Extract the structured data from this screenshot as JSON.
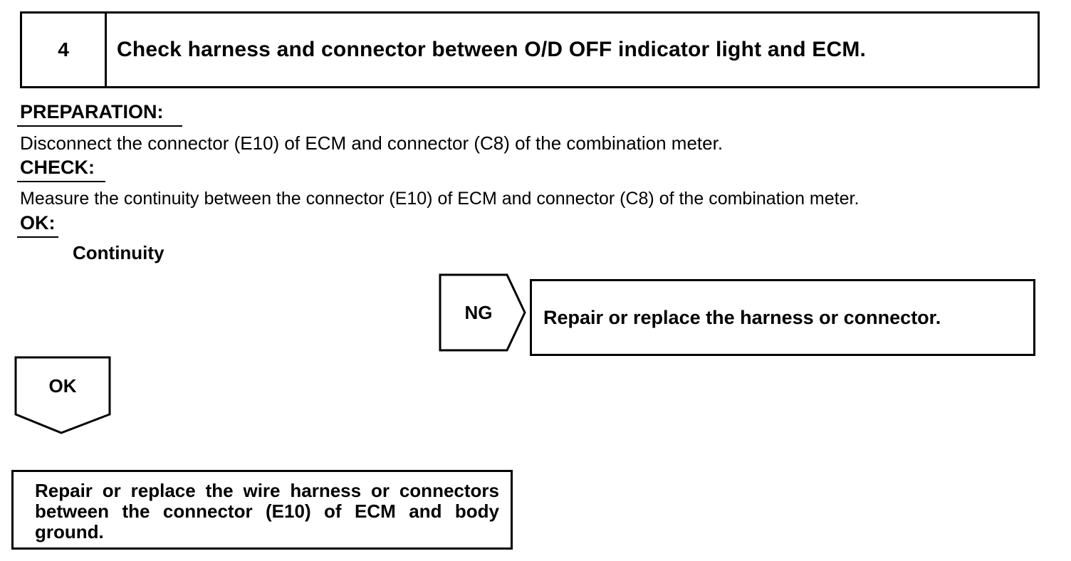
{
  "step": {
    "number": "4",
    "title": "Check harness and connector between O/D OFF indicator light and ECM."
  },
  "preparation": {
    "heading": "PREPARATION:",
    "text": "Disconnect the connector (E10) of ECM and connector (C8) of the combination meter."
  },
  "check": {
    "heading": "CHECK:",
    "text": "Measure the continuity between the connector (E10) of ECM and connector (C8) of the combination meter."
  },
  "ok_spec": {
    "heading": "OK:",
    "value": "Continuity"
  },
  "ng_branch": {
    "label": "NG",
    "action": "Repair or replace the harness or connector."
  },
  "ok_branch": {
    "label": "OK",
    "action": "Repair or replace the wire harness or connectors between the connector (E10) of ECM and body ground."
  }
}
